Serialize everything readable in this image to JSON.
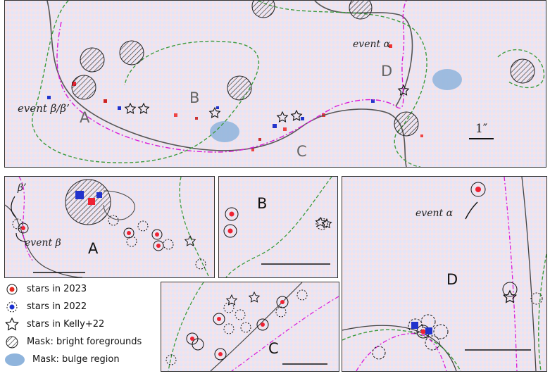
{
  "main_panel": {
    "regions": [
      "A",
      "B",
      "C",
      "D"
    ],
    "events": {
      "alpha": "event α",
      "beta": "event β/β’"
    },
    "scale_label": "1″"
  },
  "panel_a": {
    "region": "A",
    "event_beta_prime": "β’",
    "event_beta": "event β"
  },
  "panel_b": {
    "region": "B"
  },
  "panel_c": {
    "region": "C"
  },
  "panel_d": {
    "region": "D",
    "event_alpha": "event α"
  },
  "legend": [
    {
      "icon": "red-star-circle",
      "label": "stars in 2023"
    },
    {
      "icon": "blue-dashed-circle",
      "label": "stars in 2022"
    },
    {
      "icon": "open-star",
      "label": "stars in Kelly+22"
    },
    {
      "icon": "hatched-circle",
      "label": "Mask: bright foregrounds"
    },
    {
      "icon": "blue-ellipse",
      "label": "Mask: bulge region"
    }
  ],
  "colors": {
    "red": "#e8281e",
    "blue": "#1a2fd0",
    "green": "#3c9a3c",
    "magenta": "#d91ad9",
    "gray": "#555555",
    "mask": "#8fb4dc"
  }
}
